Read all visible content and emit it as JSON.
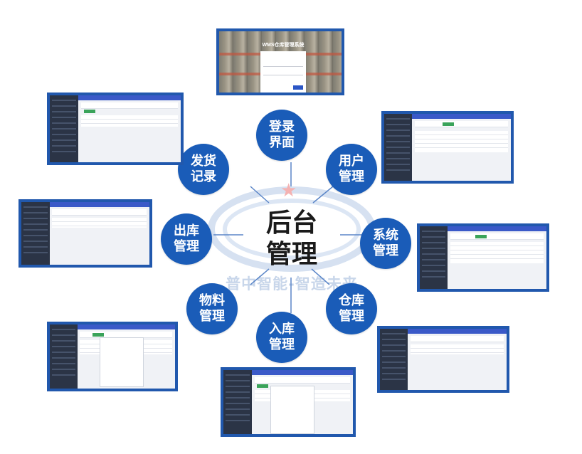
{
  "center_label": "后台\n管理",
  "watermark_text": "普中智能-智造未来",
  "nodes": {
    "login": "登录界面",
    "user": "用户管理",
    "system": "系统管理",
    "warehouse": "仓库管理",
    "inbound": "入库管理",
    "material": "物料管理",
    "outbound": "出库管理",
    "shipping": "发货记录"
  },
  "login_thumb_title": "WMS仓库管理系统",
  "colors": {
    "node_fill": "#1a5cb8",
    "thumb_border": "#2158ad",
    "watermark": "#d6e1f1",
    "spoke": "#5b86c8"
  }
}
